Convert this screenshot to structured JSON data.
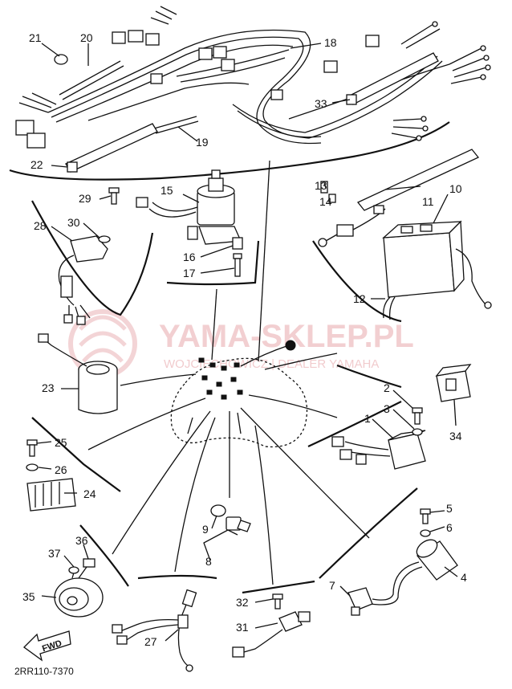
{
  "diagram_code": "2RR110-7370",
  "direction_label": "FWD",
  "watermark": {
    "brand": "YAMA-SKLEP.PL",
    "tagline": "WOJCIECHOWICZ | DEALER YAMAHA"
  },
  "callouts": {
    "c1": "1",
    "c2": "2",
    "c3": "3",
    "c4": "4",
    "c5": "5",
    "c6": "6",
    "c7": "7",
    "c8": "8",
    "c9": "9",
    "c10": "10",
    "c11": "11",
    "c12": "12",
    "c13": "13",
    "c14": "14",
    "c15": "15",
    "c16": "16",
    "c17": "17",
    "c18": "18",
    "c19": "19",
    "c20": "20",
    "c21": "21",
    "c22": "22",
    "c23": "23",
    "c24": "24",
    "c25": "25",
    "c26": "26",
    "c27": "27",
    "c28": "28",
    "c29": "29",
    "c30": "30",
    "c31": "31",
    "c32": "32",
    "c33": "33",
    "c34": "34",
    "c35": "35",
    "c36": "36",
    "c37": "37"
  },
  "colors": {
    "ink": "#111111",
    "paper": "#ffffff",
    "watermark": "#e8a9ad"
  }
}
